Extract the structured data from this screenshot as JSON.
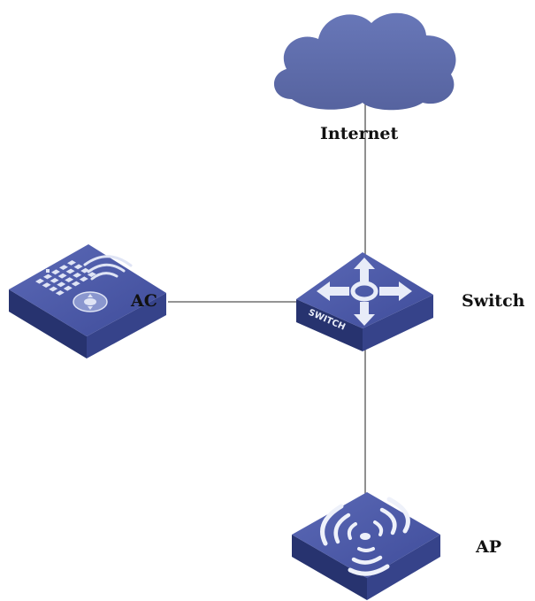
{
  "labels": {
    "internet": "Internet",
    "switch": "Switch",
    "ac": "AC",
    "ap": "AP",
    "switch_face_text": "SWITCH"
  },
  "icons": {
    "internet": "cloud-icon",
    "switch": "switch-arrows-icon",
    "ac": "access-controller-icon",
    "ap": "wireless-access-point-icon"
  },
  "colors": {
    "cloud": "#5f6dae",
    "device_top": "#4c5aa8",
    "device_left": "#27336f",
    "device_right": "#36438a",
    "link_line": "#555555"
  }
}
